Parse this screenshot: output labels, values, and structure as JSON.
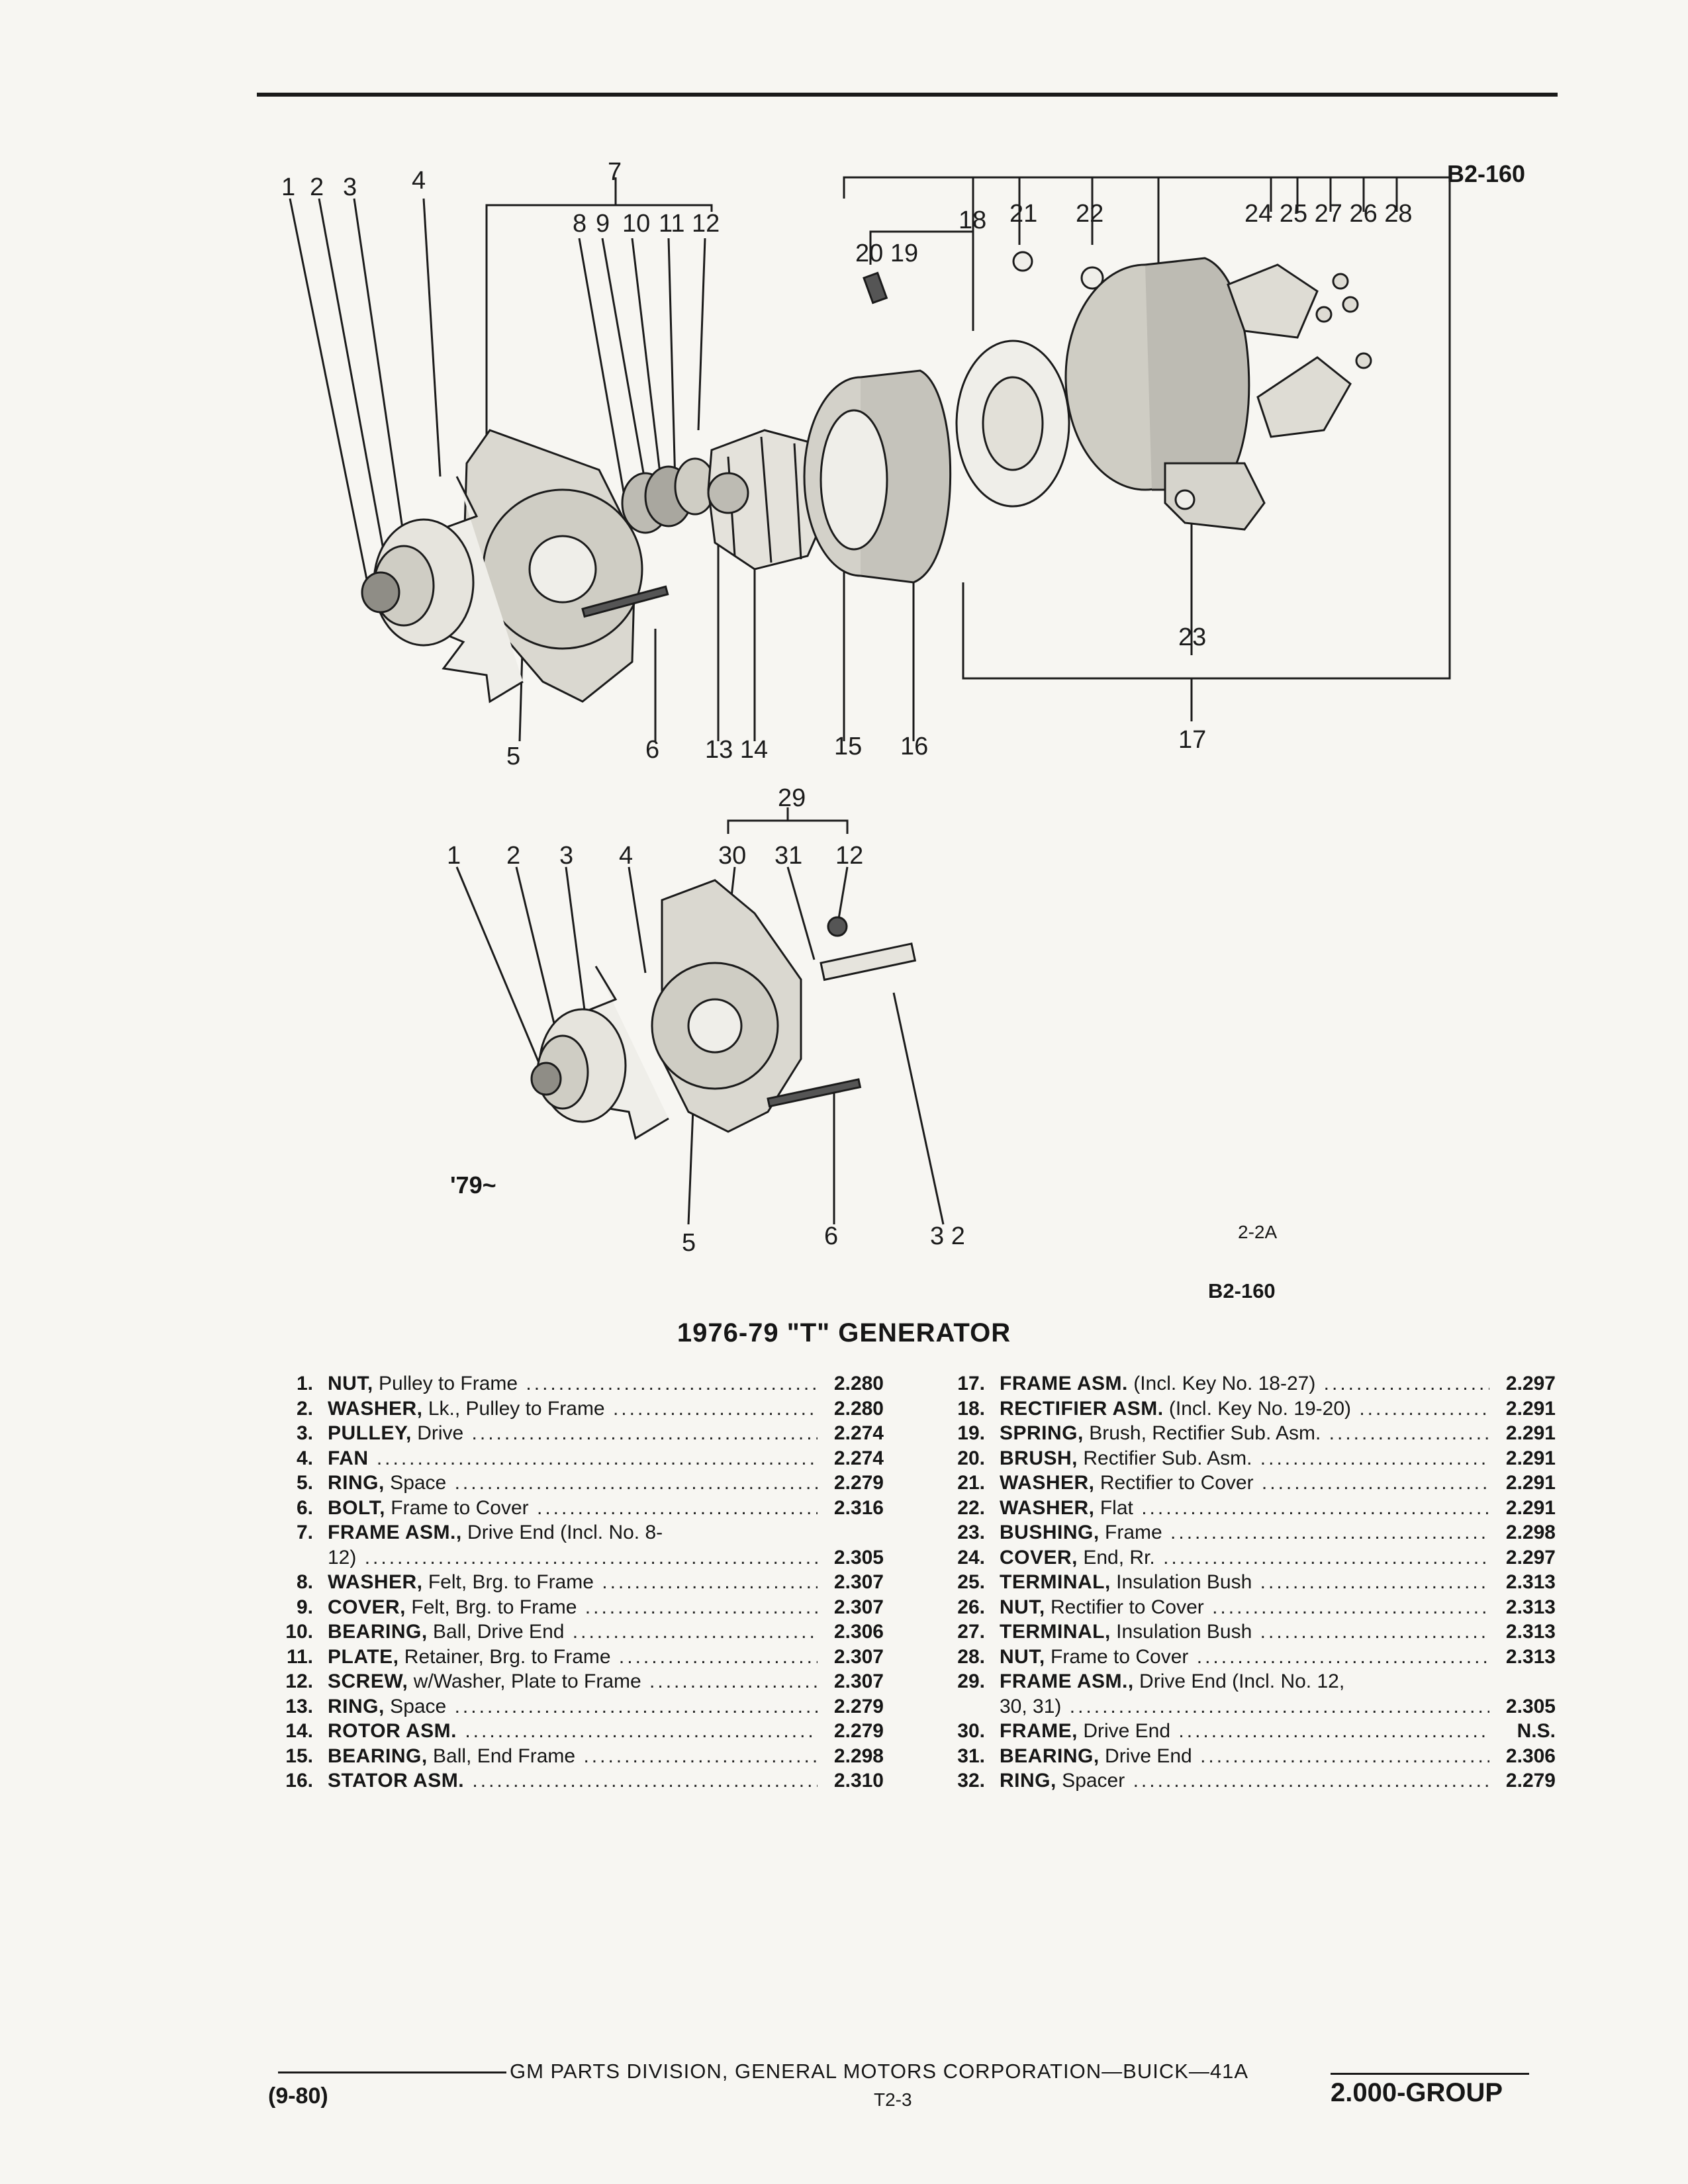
{
  "figure_refs": {
    "top_right": "B2-160",
    "lower_code": "2-2A",
    "lower_ref": "B2-160",
    "year_note": "'79~"
  },
  "callouts_top": [
    "1",
    "2",
    "3",
    "4",
    "7",
    "8",
    "9",
    "10",
    "11",
    "12",
    "18",
    "21",
    "22",
    "20",
    "19",
    "24",
    "25",
    "27",
    "26",
    "28",
    "23",
    "17",
    "5",
    "6",
    "13",
    "14",
    "15",
    "16"
  ],
  "callouts_bottom": [
    "29",
    "1",
    "2",
    "3",
    "4",
    "30",
    "31",
    "12",
    "5",
    "6",
    "32"
  ],
  "parts_title": "1976-79 \"T\" GENERATOR",
  "parts_left": [
    {
      "num": "1.",
      "name": "NUT,",
      "desc": " Pulley to Frame",
      "group": "2.280"
    },
    {
      "num": "2.",
      "name": "WASHER,",
      "desc": " Lk., Pulley to Frame",
      "group": "2.280"
    },
    {
      "num": "3.",
      "name": "PULLEY,",
      "desc": " Drive",
      "group": "2.274"
    },
    {
      "num": "4.",
      "name": "FAN",
      "desc": "",
      "group": "2.274"
    },
    {
      "num": "5.",
      "name": "RING,",
      "desc": " Space",
      "group": "2.279"
    },
    {
      "num": "6.",
      "name": "BOLT,",
      "desc": " Frame to Cover",
      "group": "2.316"
    },
    {
      "num": "7.",
      "name": "FRAME ASM.,",
      "desc": " Drive End (Incl. No. 8-",
      "group": ""
    },
    {
      "num": "",
      "name": "",
      "desc": "12)",
      "group": "2.305"
    },
    {
      "num": "8.",
      "name": "WASHER,",
      "desc": " Felt, Brg. to Frame",
      "group": "2.307"
    },
    {
      "num": "9.",
      "name": "COVER,",
      "desc": " Felt, Brg. to Frame",
      "group": "2.307"
    },
    {
      "num": "10.",
      "name": "BEARING,",
      "desc": " Ball, Drive End",
      "group": "2.306"
    },
    {
      "num": "11.",
      "name": "PLATE,",
      "desc": " Retainer, Brg. to Frame",
      "group": "2.307"
    },
    {
      "num": "12.",
      "name": "SCREW,",
      "desc": " w/Washer, Plate to Frame",
      "group": "2.307"
    },
    {
      "num": "13.",
      "name": "RING,",
      "desc": " Space",
      "group": "2.279"
    },
    {
      "num": "14.",
      "name": "ROTOR ASM.",
      "desc": "",
      "group": "2.279"
    },
    {
      "num": "15.",
      "name": "BEARING,",
      "desc": " Ball, End Frame",
      "group": "2.298"
    },
    {
      "num": "16.",
      "name": "STATOR ASM.",
      "desc": "",
      "group": "2.310"
    }
  ],
  "parts_right": [
    {
      "num": "17.",
      "name": "FRAME ASM.",
      "desc": " (Incl. Key No. 18-27)",
      "group": "2.297"
    },
    {
      "num": "18.",
      "name": "RECTIFIER ASM.",
      "desc": " (Incl. Key No. 19-20)",
      "group": "2.291"
    },
    {
      "num": "19.",
      "name": "SPRING,",
      "desc": " Brush, Rectifier Sub. Asm.",
      "group": "2.291"
    },
    {
      "num": "20.",
      "name": "BRUSH,",
      "desc": " Rectifier Sub. Asm.",
      "group": "2.291"
    },
    {
      "num": "21.",
      "name": "WASHER,",
      "desc": " Rectifier to Cover",
      "group": "2.291"
    },
    {
      "num": "22.",
      "name": "WASHER,",
      "desc": " Flat",
      "group": "2.291"
    },
    {
      "num": "23.",
      "name": "BUSHING,",
      "desc": " Frame",
      "group": "2.298"
    },
    {
      "num": "24.",
      "name": "COVER,",
      "desc": " End, Rr.",
      "group": "2.297"
    },
    {
      "num": "25.",
      "name": "TERMINAL,",
      "desc": " Insulation Bush",
      "group": "2.313"
    },
    {
      "num": "26.",
      "name": "NUT,",
      "desc": " Rectifier to Cover",
      "group": "2.313"
    },
    {
      "num": "27.",
      "name": "TERMINAL,",
      "desc": " Insulation Bush",
      "group": "2.313"
    },
    {
      "num": "28.",
      "name": "NUT,",
      "desc": " Frame to Cover",
      "group": "2.313"
    },
    {
      "num": "29.",
      "name": "FRAME ASM.,",
      "desc": " Drive End (Incl. No. 12,",
      "group": ""
    },
    {
      "num": "",
      "name": "",
      "desc": "30, 31)",
      "group": "2.305"
    },
    {
      "num": "30.",
      "name": "FRAME,",
      "desc": " Drive End",
      "group": "N.S."
    },
    {
      "num": "31.",
      "name": "BEARING,",
      "desc": " Drive End",
      "group": "2.306"
    },
    {
      "num": "32.",
      "name": "RING,",
      "desc": " Spacer",
      "group": "2.279"
    }
  ],
  "footer": {
    "line": "GM PARTS DIVISION, GENERAL MOTORS CORPORATION—BUICK—41A",
    "page": "T2-3",
    "date": "(9-80)",
    "group": "2.000-GROUP"
  }
}
